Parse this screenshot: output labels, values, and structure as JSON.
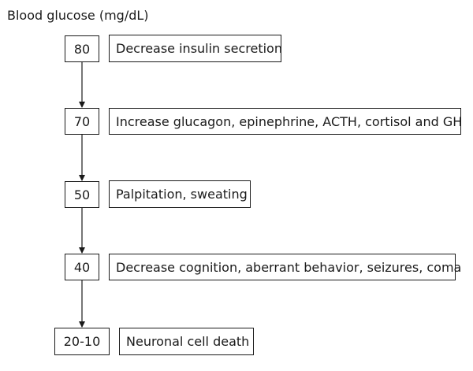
{
  "title": "Blood glucose (mg/dL)",
  "steps": [
    {
      "value": "80",
      "description": "Decrease insulin secretion"
    },
    {
      "value": "70",
      "description": "Increase glucagon, epinephrine, ACTH, cortisol and GH"
    },
    {
      "value": "50",
      "description": "Palpitation, sweating"
    },
    {
      "value": "40",
      "description": "Decrease cognition, aberrant behavior, seizures, coma"
    },
    {
      "value": "20-10",
      "description": "Neuronal cell death"
    }
  ]
}
